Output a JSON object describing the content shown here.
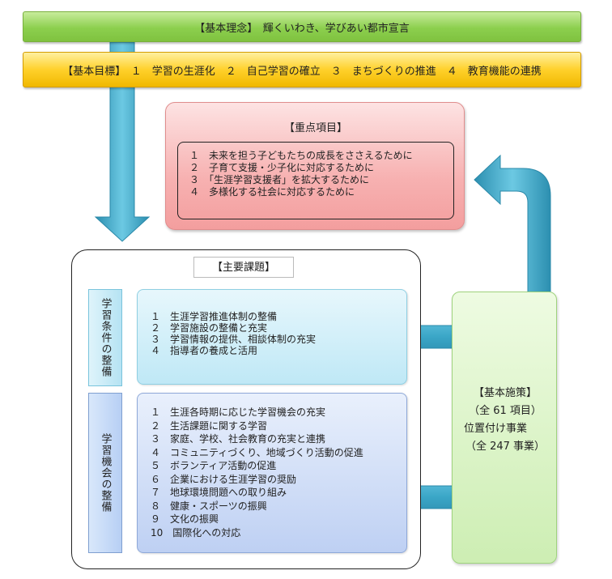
{
  "philosophy": "【基本理念】　輝くいわき、学びあい都市宣言",
  "goals": "【基本目標】　１　学習の生涯化　２　自己学習の確立　３　まちづくりの推進　４　教育機能の連携",
  "priority": {
    "title": "【重点項目】",
    "items": [
      "１　未来を担う子どもたちの成長をささえるために",
      "２　子育て支援・少子化に対応するために",
      "３　「生涯学習支援者」を拡大するために",
      "４　多様化する社会に対応するために"
    ]
  },
  "issues": {
    "title": "【主要課題】",
    "conditions": {
      "label": "学習条件の整備",
      "items": [
        "１　生涯学習推進体制の整備",
        "２　学習施設の整備と充実",
        "３　学習情報の提供、相談体制の充実",
        "４　指導者の養成と活用"
      ]
    },
    "opportunities": {
      "label": "学習機会の整備",
      "items": [
        "１　生涯各時期に応じた学習機会の充実",
        "２　生活課題に関する学習",
        "３　家庭、学校、社会教育の充実と連携",
        "４　コミュニティづくり、地域づくり活動の促進",
        "５　ボランティア活動の促進",
        "６　企業における生涯学習の奨励",
        "７　地球環境問題への取り組み",
        "８　健康・スポーツの振興",
        "９　文化の振興",
        "10　国際化への対応"
      ]
    }
  },
  "measures": {
    "title": "【基本施策】",
    "count": "（全 61 項目）",
    "positioned": "位置付け事業",
    "project_count": "（全 247 事業）"
  },
  "colors": {
    "arrow": "#3fa9c8",
    "philosophy_bg": "#8ccf4e",
    "goals_bg": "#ffd12b",
    "priority_bg": "#f7b1b1",
    "measures_bg": "#cdeeb3"
  }
}
